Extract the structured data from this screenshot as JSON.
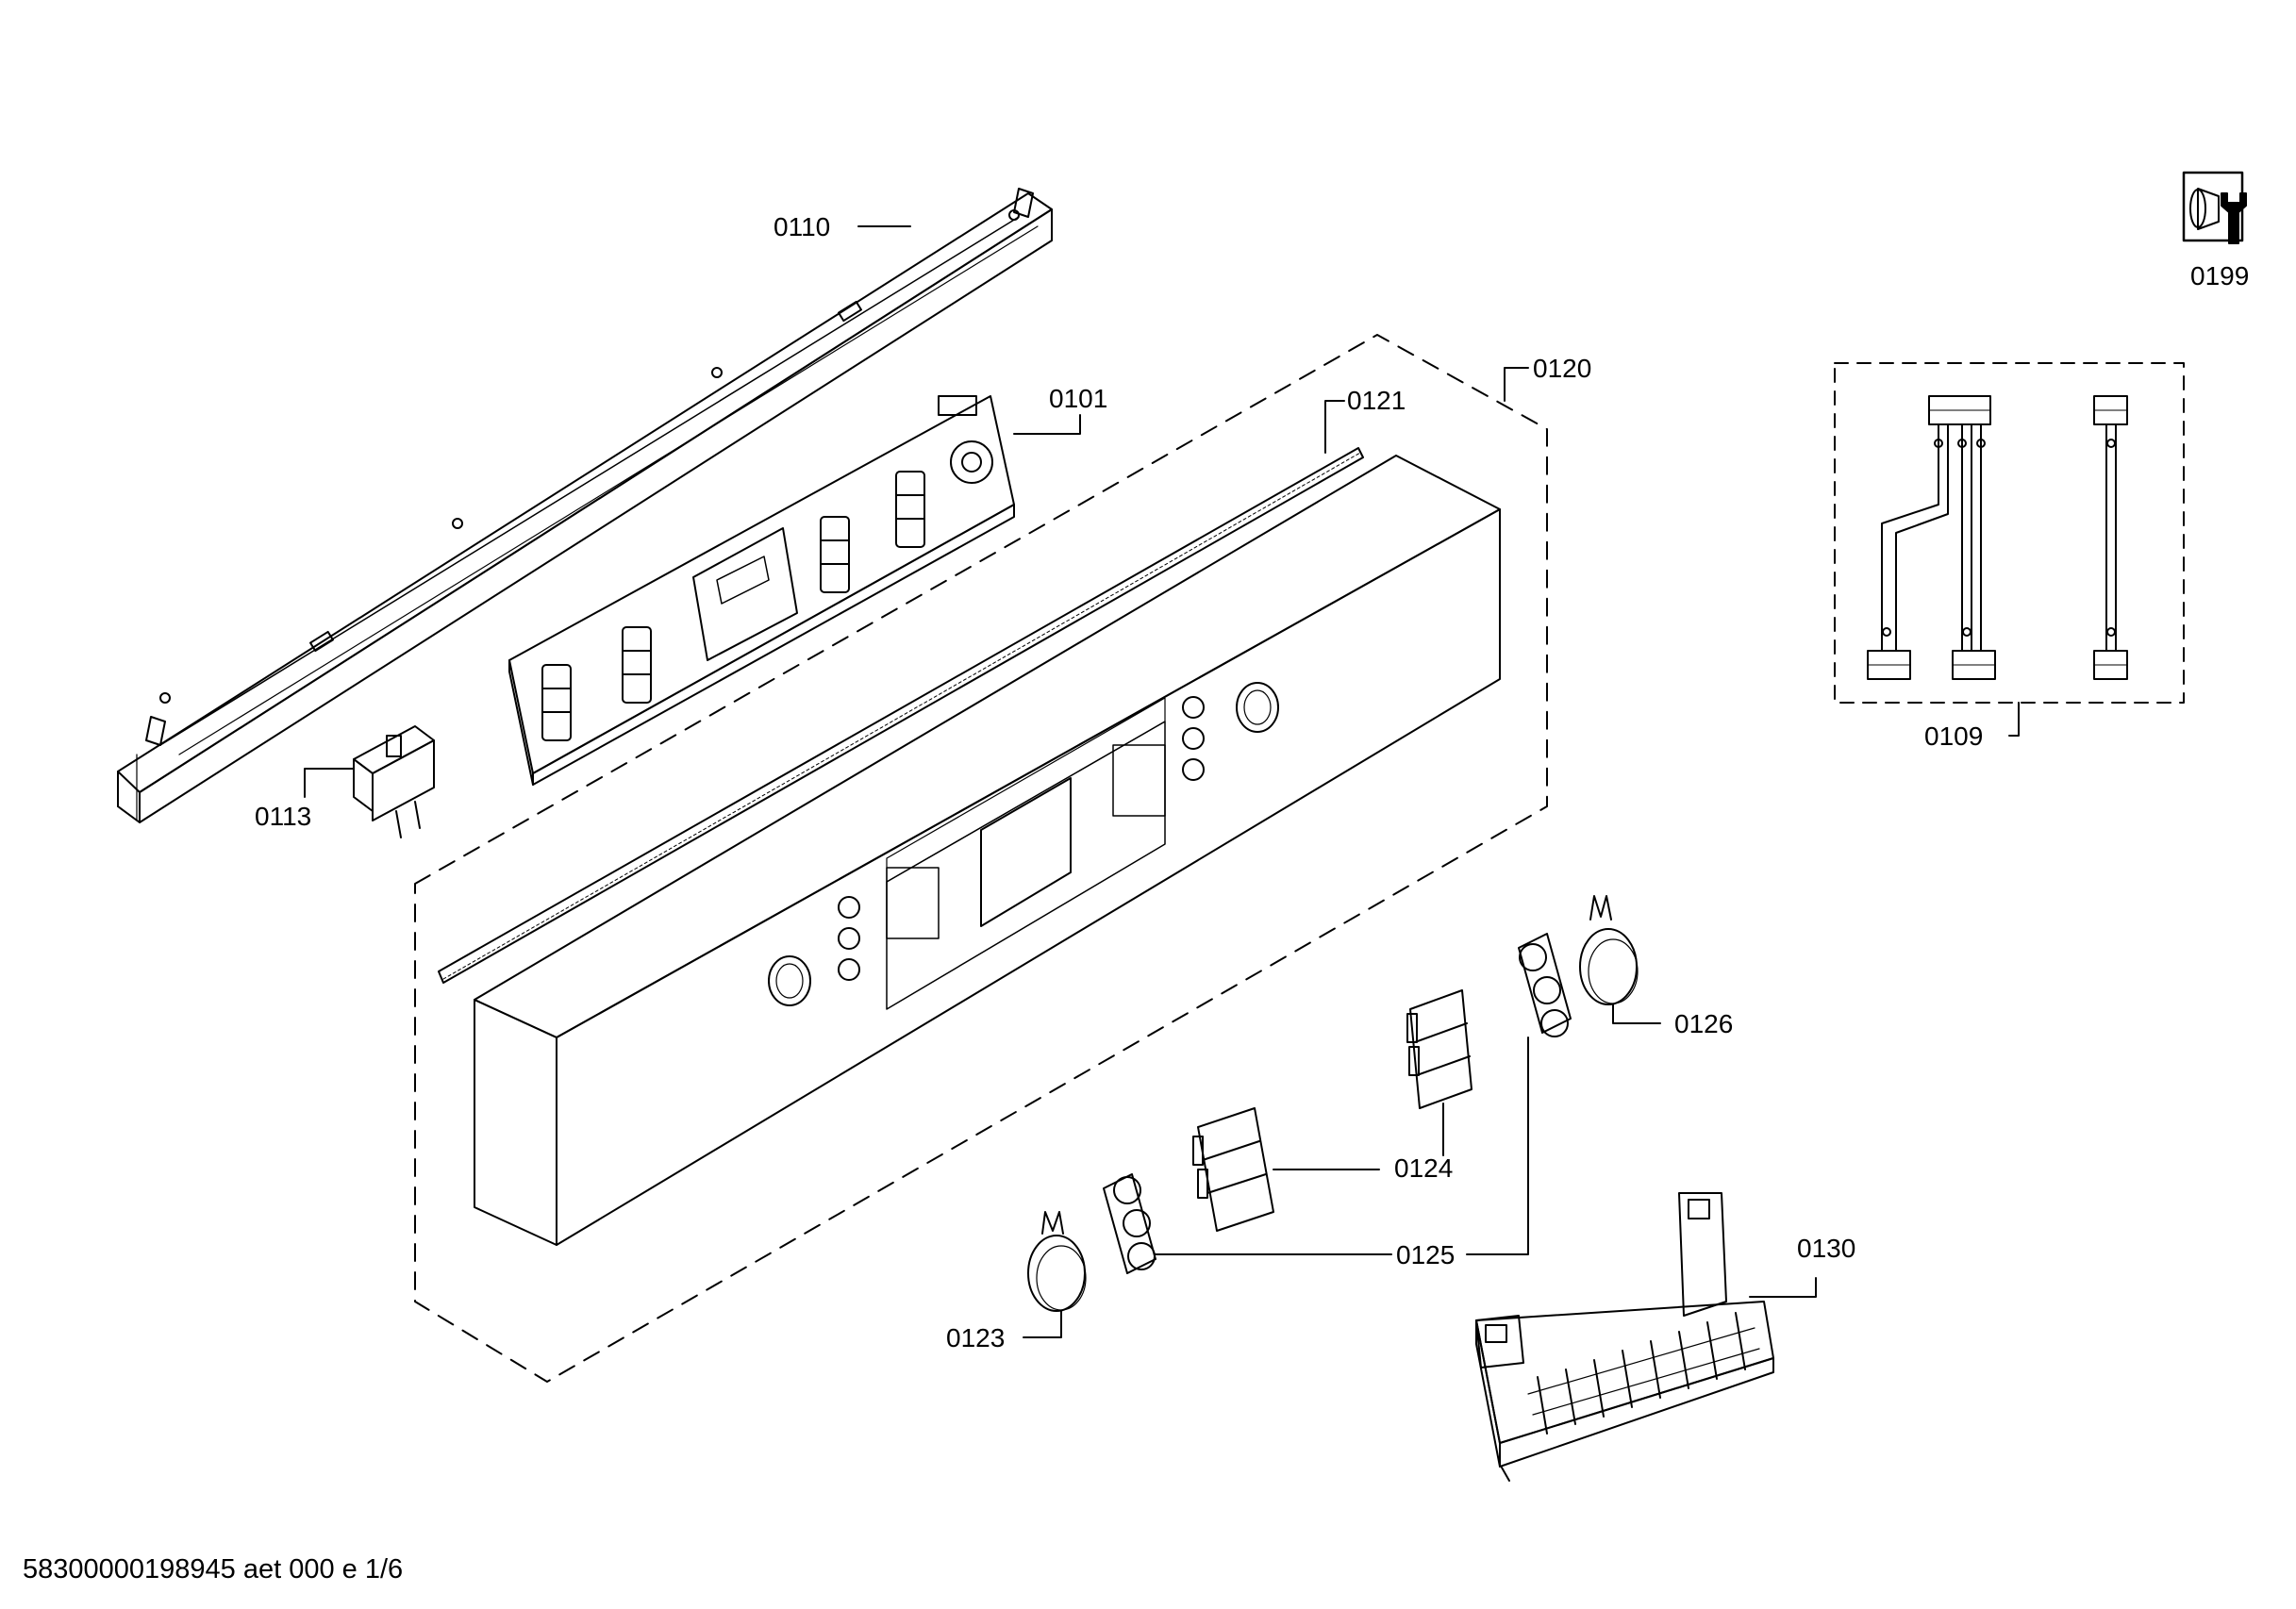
{
  "parts": {
    "p0110": "0110",
    "p0101": "0101",
    "p0121": "0121",
    "p0120": "0120",
    "p0113": "0113",
    "p0199": "0199",
    "p0109": "0109",
    "p0126": "0126",
    "p0124": "0124",
    "p0125": "0125",
    "p0130": "0130",
    "p0123": "0123"
  },
  "footer": {
    "document_code": "58300000198945 aet 000 e 1/6"
  },
  "colors": {
    "line": "#000000",
    "background": "#ffffff"
  },
  "icons": {
    "tool": "service-tool-icon"
  }
}
